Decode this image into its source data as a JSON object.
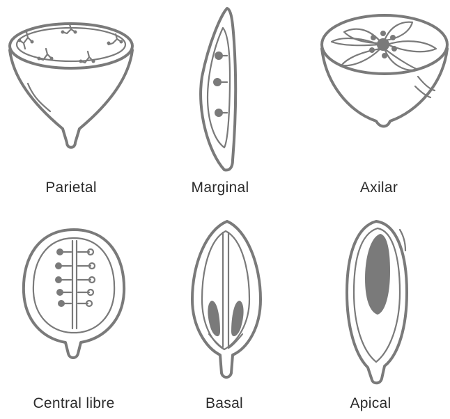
{
  "figures": [
    {
      "label": "Parietal"
    },
    {
      "label": "Marginal"
    },
    {
      "label": "Axilar"
    },
    {
      "label": "Central libre"
    },
    {
      "label": "Basal"
    },
    {
      "label": "Apical"
    }
  ],
  "colors": {
    "stroke": "#7a7a7a",
    "text": "#2b2b2b"
  }
}
